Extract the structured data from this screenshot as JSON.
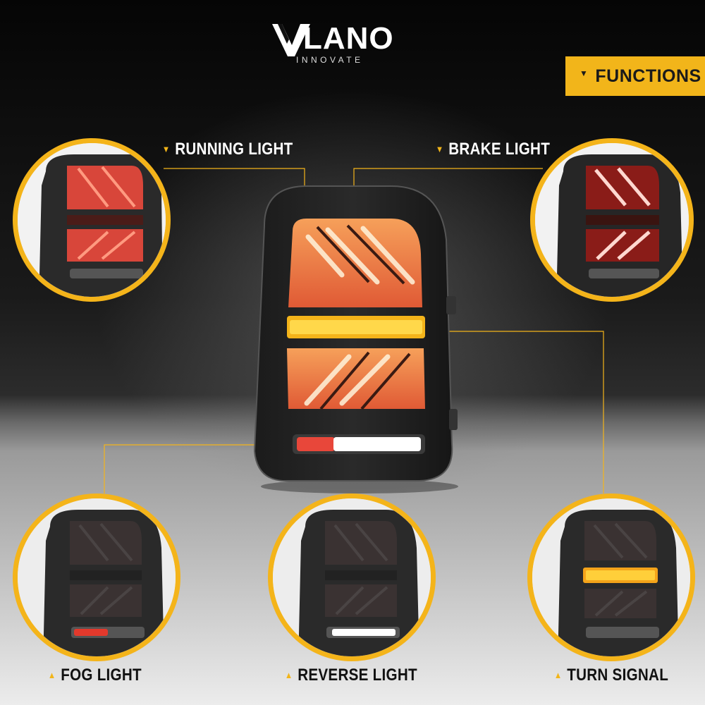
{
  "brand": {
    "name": "LANO",
    "tagline": "INNOVATE"
  },
  "header": {
    "functions_label": "FUNCTIONS"
  },
  "functions": {
    "running": "RUNNING LIGHT",
    "brake": "BRAKE LIGHT",
    "fog": "FOG LIGHT",
    "reverse": "REVERSE LIGHT",
    "turn": "TURN SIGNAL"
  },
  "colors": {
    "accent": "#f4b41a",
    "lamp_red": "#d8352a",
    "lamp_amber": "#f4b41a",
    "lamp_white": "#ffffff"
  },
  "icons": {
    "pointer": "triangle-icon"
  }
}
